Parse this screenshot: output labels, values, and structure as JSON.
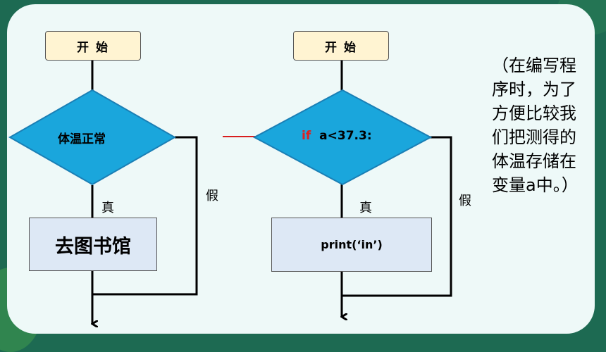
{
  "left_flow": {
    "start": "开 始",
    "decision": "体温正常",
    "true_label": "真",
    "false_label": "假",
    "process": "去图书馆"
  },
  "right_flow": {
    "start": "开 始",
    "decision_keyword": "if",
    "decision_condition": "a<37.3:",
    "true_label": "真",
    "false_label": "假",
    "process": "print(‘in’)"
  },
  "note": "（在编写程序时，为了方便比较我们把测得的体温存储在变量a中。）",
  "colors": {
    "diamond_fill": "#1aa6dc",
    "start_fill": "#fff4d2",
    "process_fill": "#dde8f5",
    "keyword": "#e02020",
    "pointer_arrow": "#d81e1e"
  }
}
